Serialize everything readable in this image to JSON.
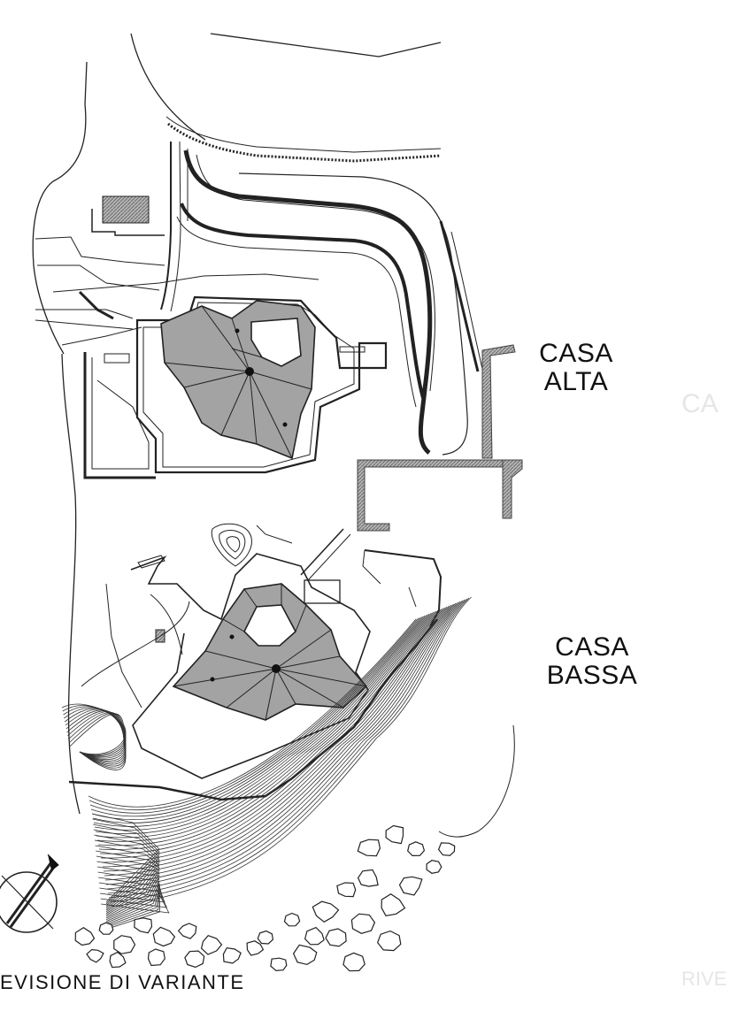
{
  "labels": {
    "casa_alta": [
      "CASA",
      "ALTA"
    ],
    "casa_bassa": [
      "CASA",
      "BASSA"
    ]
  },
  "caption": "EVISIONE DI VARIANTE",
  "show_through": {
    "top": "CA",
    "bottom": "RIVE"
  },
  "colors": {
    "ink": "#111111",
    "roof_fill": "#9a9a9a",
    "hatch_fill": "#8c8c8c",
    "paper": "#ffffff"
  }
}
